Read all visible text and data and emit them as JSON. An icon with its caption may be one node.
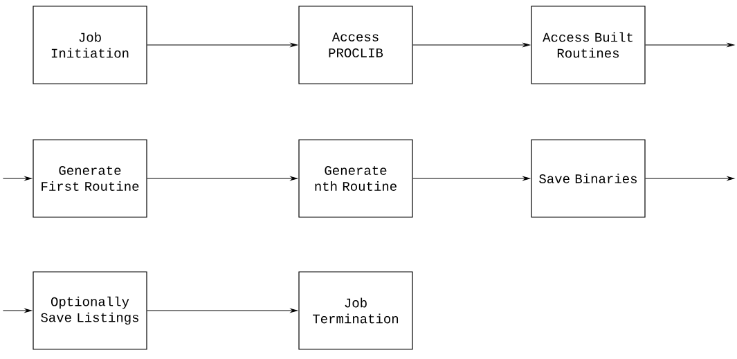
{
  "diagram": {
    "nodes": [
      {
        "text": [
          "Job Initiation"
        ]
      },
      {
        "text": [
          "Access PROCLIB"
        ]
      },
      {
        "text": [
          "Access Built Routines"
        ]
      },
      {
        "text": [
          "Generate First Routine"
        ]
      },
      {
        "text": [
          "Generate nth Routine"
        ]
      },
      {
        "text": [
          "Save Binaries"
        ]
      },
      {
        "text": [
          "Optionally Save Listings"
        ]
      },
      {
        "text": [
          "Job Termination"
        ]
      }
    ],
    "edges": [
      {
        "from": 0,
        "to": 1,
        "arrow": "to"
      },
      {
        "from": 1,
        "to": 2,
        "arrow": "to"
      },
      {
        "from": 2,
        "to": null,
        "arrow": "to"
      },
      {
        "from": null,
        "to": 3,
        "arrow": "to"
      },
      {
        "from": 3,
        "to": 4,
        "arrow": "to"
      },
      {
        "from": 4,
        "to": 5,
        "arrow": "to"
      },
      {
        "from": 5,
        "to": null,
        "arrow": "to"
      },
      {
        "from": null,
        "to": 6,
        "arrow": "to"
      },
      {
        "from": 6,
        "to": 7,
        "arrow": "to"
      }
    ]
  }
}
